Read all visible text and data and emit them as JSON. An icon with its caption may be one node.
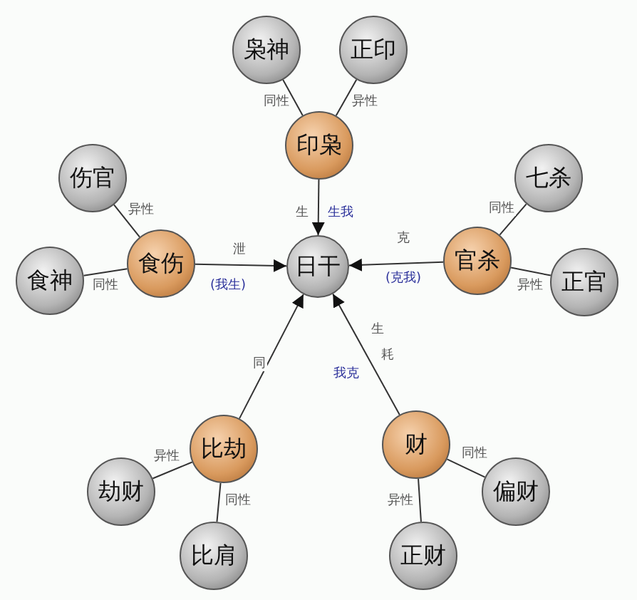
{
  "diagram": {
    "nodes": [
      {
        "text": [
          "枭神"
        ]
      },
      {
        "text": [
          "正印"
        ]
      },
      {
        "text": [
          "印枭"
        ]
      },
      {
        "text": [
          "伤官"
        ]
      },
      {
        "text": [
          "七杀"
        ]
      },
      {
        "text": [
          "食伤"
        ]
      },
      {
        "text": [
          "日干"
        ]
      },
      {
        "text": [
          "官杀"
        ]
      },
      {
        "text": [
          "食神"
        ]
      },
      {
        "text": [
          "正官"
        ]
      },
      {
        "text": [
          "比劫"
        ]
      },
      {
        "text": [
          "财"
        ]
      },
      {
        "text": [
          "劫财"
        ]
      },
      {
        "text": [
          "偏财"
        ]
      },
      {
        "text": [
          "比肩"
        ]
      },
      {
        "text": [
          "正财"
        ]
      }
    ],
    "edges": [
      {
        "from": 2,
        "to": 6,
        "arrow": "to",
        "label": "生"
      },
      {
        "from": 5,
        "to": 6,
        "arrow": "to",
        "label": "泄"
      },
      {
        "from": 7,
        "to": 6,
        "arrow": "to",
        "label": "克"
      },
      {
        "from": 10,
        "to": 6,
        "arrow": "to",
        "label": "同"
      },
      {
        "from": 11,
        "to": 6,
        "arrow": "to",
        "label": "耗"
      },
      {
        "from": 0,
        "to": 2,
        "arrow": "none",
        "label": "同性"
      },
      {
        "from": 1,
        "to": 2,
        "arrow": "none",
        "label": "异性"
      },
      {
        "from": 3,
        "to": 5,
        "arrow": "none",
        "label": "异性"
      },
      {
        "from": 8,
        "to": 5,
        "arrow": "none",
        "label": "同性"
      },
      {
        "from": 4,
        "to": 7,
        "arrow": "none",
        "label": "同性"
      },
      {
        "from": 9,
        "to": 7,
        "arrow": "none",
        "label": "异性"
      },
      {
        "from": 12,
        "to": 10,
        "arrow": "none",
        "label": "异性"
      },
      {
        "from": 14,
        "to": 10,
        "arrow": "none",
        "label": "同性"
      },
      {
        "from": 13,
        "to": 11,
        "arrow": "none",
        "label": "同性"
      },
      {
        "from": 15,
        "to": 11,
        "arrow": "none",
        "label": "异性"
      }
    ],
    "labels": [
      "生我",
      "(我生)",
      "(克我)",
      "生",
      "我克"
    ]
  }
}
